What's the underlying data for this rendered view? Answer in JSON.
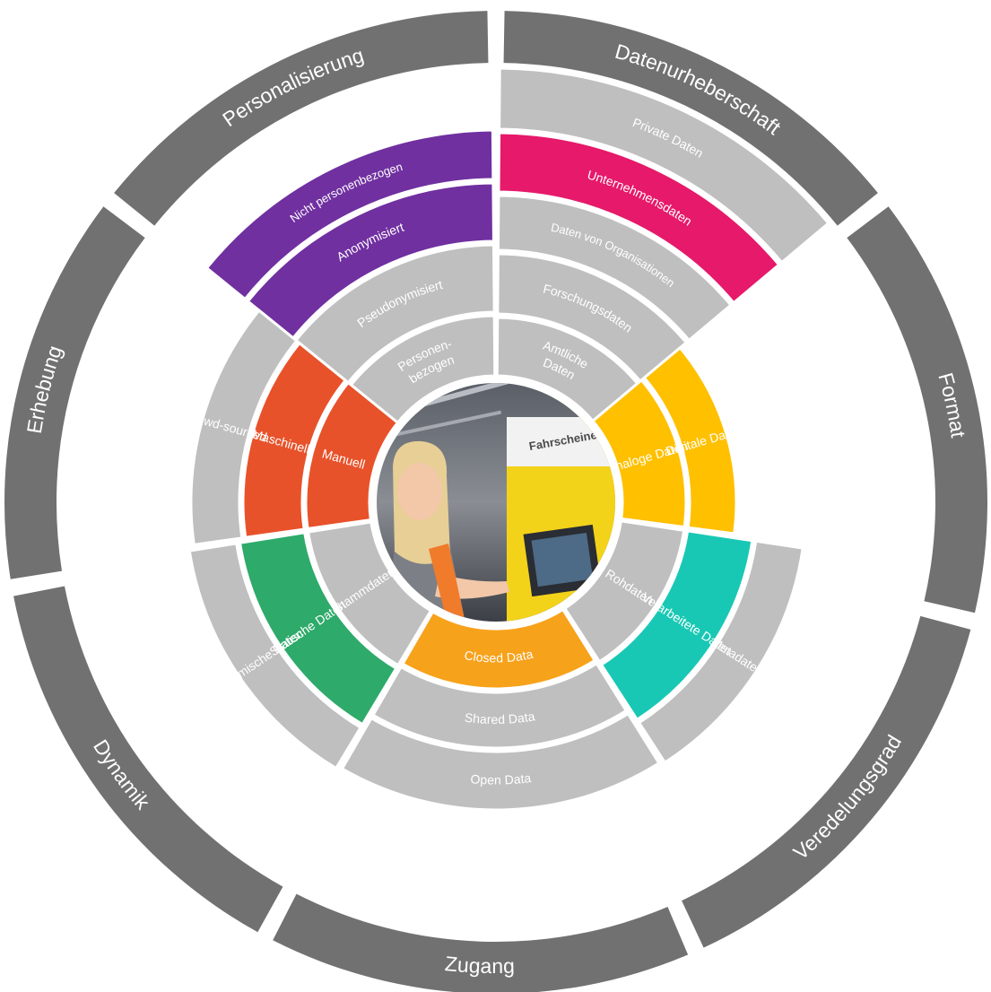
{
  "colors": {
    "outer_ring": "#717171",
    "grey_segment": "#bfbfbf",
    "purple": "#7030a0",
    "magenta": "#e6196a",
    "red_orange": "#e8522a",
    "yellow": "#ffc000",
    "green": "#2eaa6a",
    "orange": "#f7a21b",
    "turquoise": "#19c8b4",
    "separator": "#ffffff"
  },
  "center_image": {
    "description_icon": "photo-person-ticket-machine",
    "sign_text": "Fahrscheine"
  },
  "dimensions": [
    {
      "name": "Personalisierung",
      "values": [
        {
          "label": "Nicht personenbezogen",
          "color": "#7030a0"
        },
        {
          "label": "Anonymisiert",
          "color": "#7030a0"
        },
        {
          "label": "Pseudonymisiert",
          "color": "#bfbfbf"
        },
        {
          "label": "Personen-",
          "label2": "bezogen",
          "color": "#bfbfbf"
        }
      ]
    },
    {
      "name": "Datenurheberschaft",
      "values": [
        {
          "label": "Private Daten",
          "color": "#bfbfbf"
        },
        {
          "label": "Unternehmensdaten",
          "color": "#e6196a"
        },
        {
          "label": "Daten von Organisationen",
          "color": "#bfbfbf"
        },
        {
          "label": "Forschungsdaten",
          "color": "#bfbfbf"
        },
        {
          "label": "Amtliche",
          "label2": "Daten",
          "color": "#bfbfbf"
        }
      ]
    },
    {
      "name": "Format",
      "values": [
        {
          "label": "Digitale Daten",
          "color": "#ffc000"
        },
        {
          "label": "Analoge Daten",
          "color": "#ffc000"
        }
      ]
    },
    {
      "name": "Veredelungsgrad",
      "values": [
        {
          "label": "Metadaten",
          "color": "#bfbfbf"
        },
        {
          "label": "Verarbeitete Daten",
          "color": "#19c8b4"
        },
        {
          "label": "Rohdaten",
          "color": "#bfbfbf"
        }
      ]
    },
    {
      "name": "Zugang",
      "values": [
        {
          "label": "Open Data",
          "color": "#bfbfbf"
        },
        {
          "label": "Shared Data",
          "color": "#bfbfbf"
        },
        {
          "label": "Closed Data",
          "color": "#f7a21b"
        }
      ]
    },
    {
      "name": "Dynamik",
      "values": [
        {
          "label": "Dynamische Daten",
          "color": "#bfbfbf"
        },
        {
          "label": "Statische Daten",
          "color": "#2eaa6a"
        },
        {
          "label": "Stammdaten",
          "color": "#bfbfbf"
        }
      ]
    },
    {
      "name": "Erhebung",
      "values": [
        {
          "label": "Crowd-sourced",
          "color": "#bfbfbf"
        },
        {
          "label": "Maschinell",
          "color": "#e8522a"
        },
        {
          "label": "Manuell",
          "color": "#e8522a"
        }
      ]
    }
  ]
}
